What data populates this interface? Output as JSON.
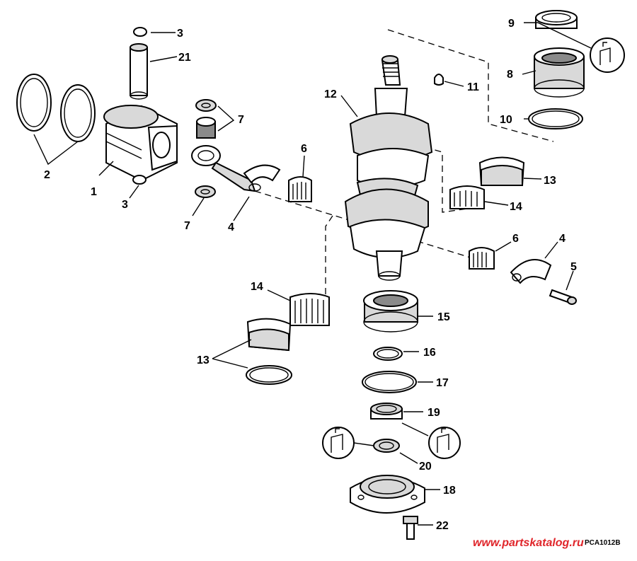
{
  "callouts": {
    "c1": "1",
    "c2": "2",
    "c3a": "3",
    "c3b": "3",
    "c4a": "4",
    "c4b": "4",
    "c5": "5",
    "c6a": "6",
    "c6b": "6",
    "c7a": "7",
    "c7b": "7",
    "c8": "8",
    "c9": "9",
    "c10": "10",
    "c11": "11",
    "c12": "12",
    "c13a": "13",
    "c13b": "13",
    "c14a": "14",
    "c14b": "14",
    "c15": "15",
    "c16": "16",
    "c17": "17",
    "c18": "18",
    "c19": "19",
    "c20": "20",
    "c21": "21",
    "c22": "22"
  },
  "drawing_code": "PCA1012B",
  "watermark": "www.partskatalog.ru",
  "icons": [
    "sealant-tube-icon",
    "sealant-tube-icon",
    "sealant-tube-icon"
  ]
}
